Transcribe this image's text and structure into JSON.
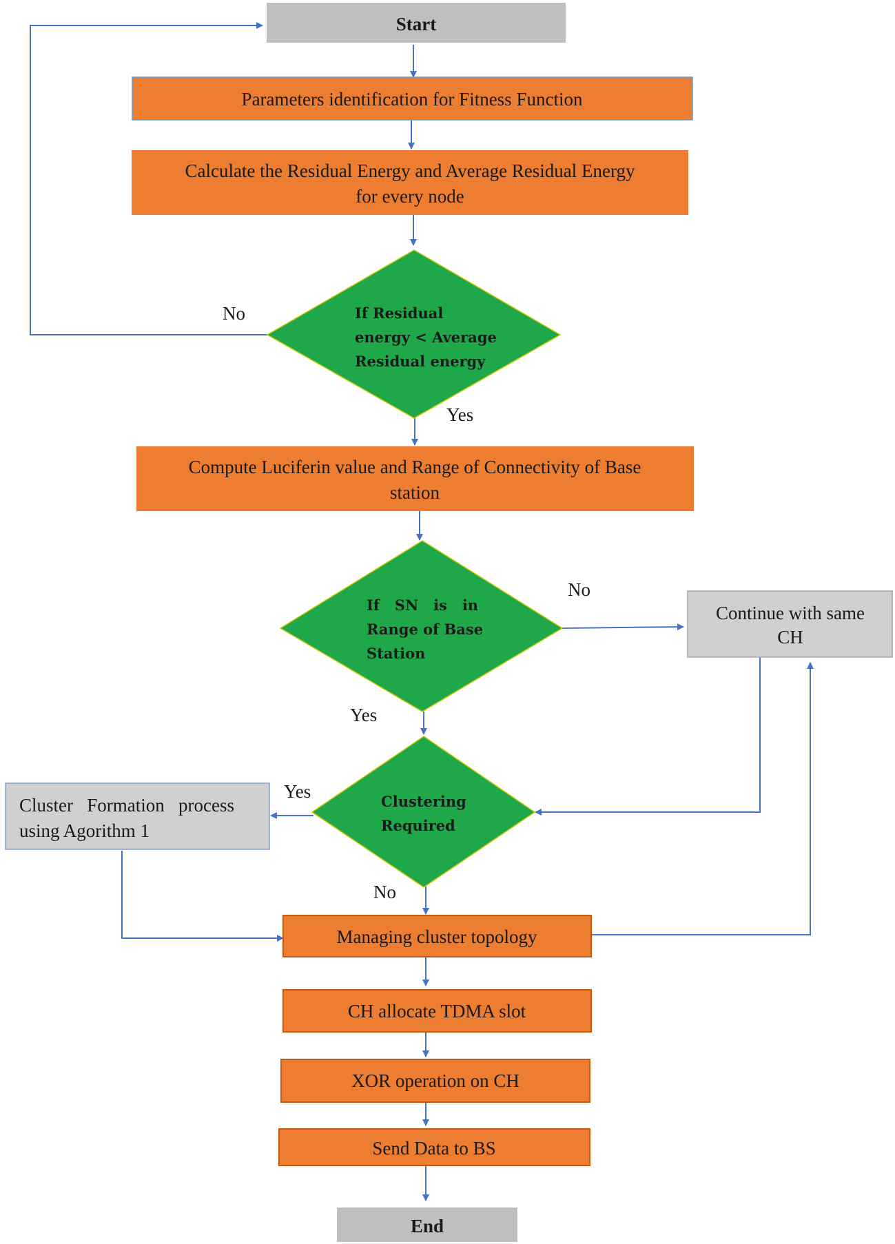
{
  "nodes": {
    "start": "Start",
    "params": "Parameters identification  for Fitness Function",
    "calc_line1": "Calculate the Residual Energy and Average Residual Energy",
    "calc_line2": "for every node",
    "dec1_line1": "If Residual",
    "dec1_line2": "energy < Average",
    "dec1_line3": "Residual energy",
    "luciferin_line1": "Compute Luciferin value and Range of Connectivity of Base",
    "luciferin_line2": "station",
    "dec2_line1": "If   SN   is   in",
    "dec2_line2": "Range of Base",
    "dec2_line3": "Station",
    "continue_line1": "Continue with same",
    "continue_line2": "CH",
    "dec3_line1": "Clustering",
    "dec3_line2": "Required",
    "cluster_line1": "Cluster   Formation   process",
    "cluster_line2": "using Agorithm 1",
    "managing": "Managing cluster topology",
    "tdma": "CH allocate TDMA slot",
    "xor": "XOR operation on CH",
    "send": "Send Data to BS",
    "end": "End"
  },
  "edges": {
    "no1": "No",
    "yes1": "Yes",
    "no2": "No",
    "yes2": "Yes",
    "yes3": "Yes",
    "no3": "No"
  },
  "colors": {
    "orange": "#ED7D31",
    "green": "#1FA84A",
    "gray": "#BFBFBF",
    "arrow": "#4472C4"
  }
}
